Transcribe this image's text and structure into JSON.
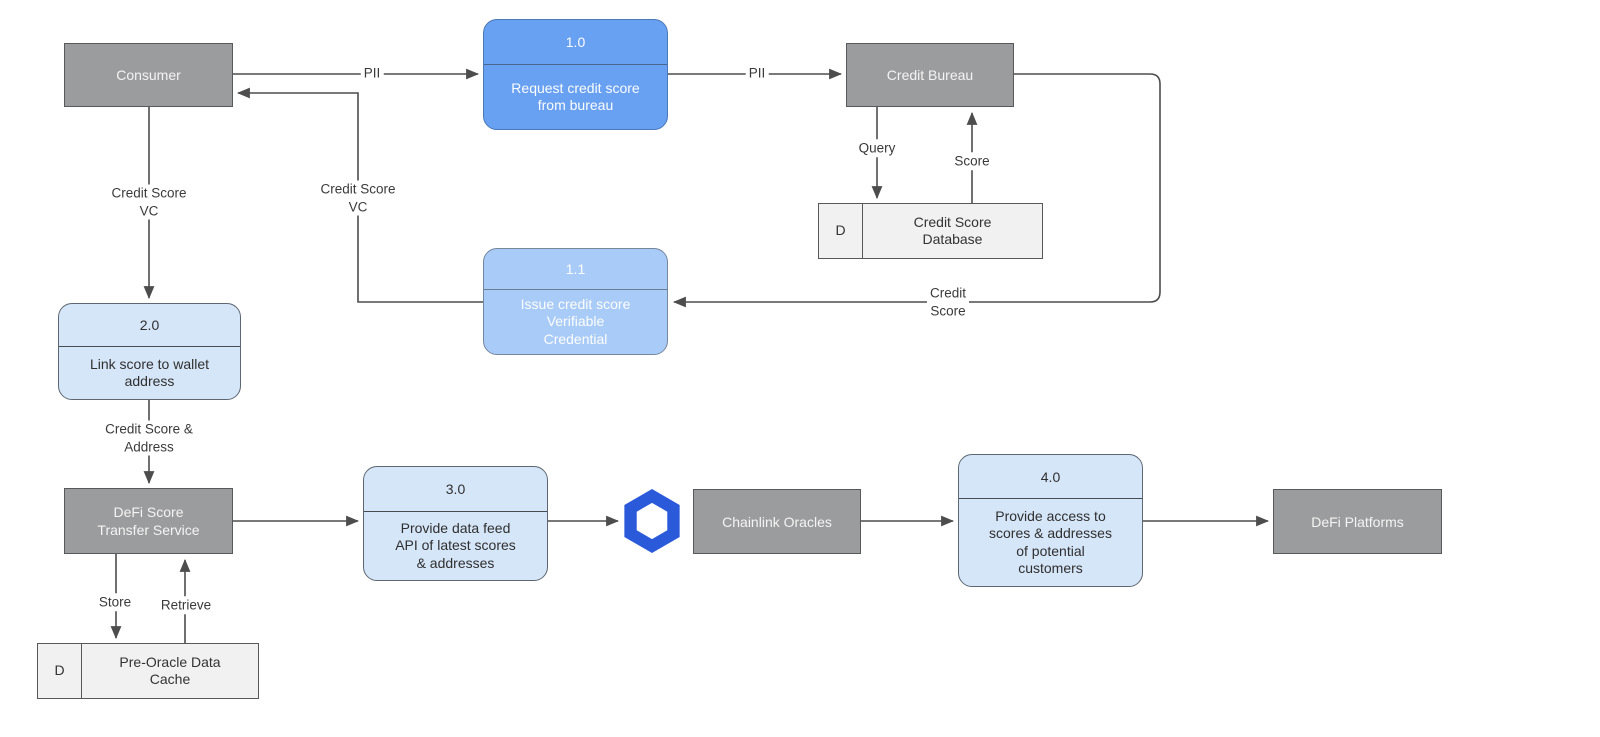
{
  "nodes": {
    "consumer": {
      "type": "external-entity",
      "label": "Consumer"
    },
    "credit_bureau": {
      "type": "external-entity",
      "label": "Credit Bureau"
    },
    "defi_score_transfer_service": {
      "type": "external-entity",
      "label": "DeFi Score\nTransfer Service"
    },
    "chainlink_oracles": {
      "type": "external-entity",
      "label": "Chainlink Oracles"
    },
    "defi_platforms": {
      "type": "external-entity",
      "label": "DeFi Platforms"
    },
    "process_1_0": {
      "type": "process",
      "number": "1.0",
      "description": "Request credit score\nfrom bureau"
    },
    "process_1_1": {
      "type": "process",
      "number": "1.1",
      "description": "Issue credit score\nVerifiable\nCredential"
    },
    "process_2_0": {
      "type": "process",
      "number": "2.0",
      "description": "Link score to wallet\naddress"
    },
    "process_3_0": {
      "type": "process",
      "number": "3.0",
      "description": "Provide data feed\nAPI of latest scores\n& addresses"
    },
    "process_4_0": {
      "type": "process",
      "number": "4.0",
      "description": "Provide access to\nscores & addresses\nof potential\ncustomers"
    },
    "credit_score_database": {
      "type": "data-store",
      "marker": "D",
      "label": "Credit Score\nDatabase"
    },
    "pre_oracle_data_cache": {
      "type": "data-store",
      "marker": "D",
      "label": "Pre-Oracle Data\nCache"
    }
  },
  "flows": {
    "consumer_to_1_0": "PII",
    "p1_0_to_bureau": "PII",
    "bureau_to_database": "Query",
    "database_to_bureau": "Score",
    "bureau_to_1_1": "Credit\nScore",
    "p1_1_to_consumer": "Credit Score\nVC",
    "consumer_to_2_0": "Credit Score\nVC",
    "p2_0_to_transfer_service": "Credit Score &\nAddress",
    "transfer_service_store": "Store",
    "transfer_service_retrieve": "Retrieve"
  },
  "icons": {
    "chainlink_logo": "chainlink-hexagon-icon"
  },
  "colors": {
    "process_blue": "#68a0f2",
    "process_light_blue": "#a9cbf8",
    "process_pale_blue": "#d6e6f9",
    "entity_gray": "#9b9c9e",
    "datastore_gray": "#f1f1f1",
    "line": "#4d4d4d",
    "chainlink_blue": "#2a5ada"
  }
}
